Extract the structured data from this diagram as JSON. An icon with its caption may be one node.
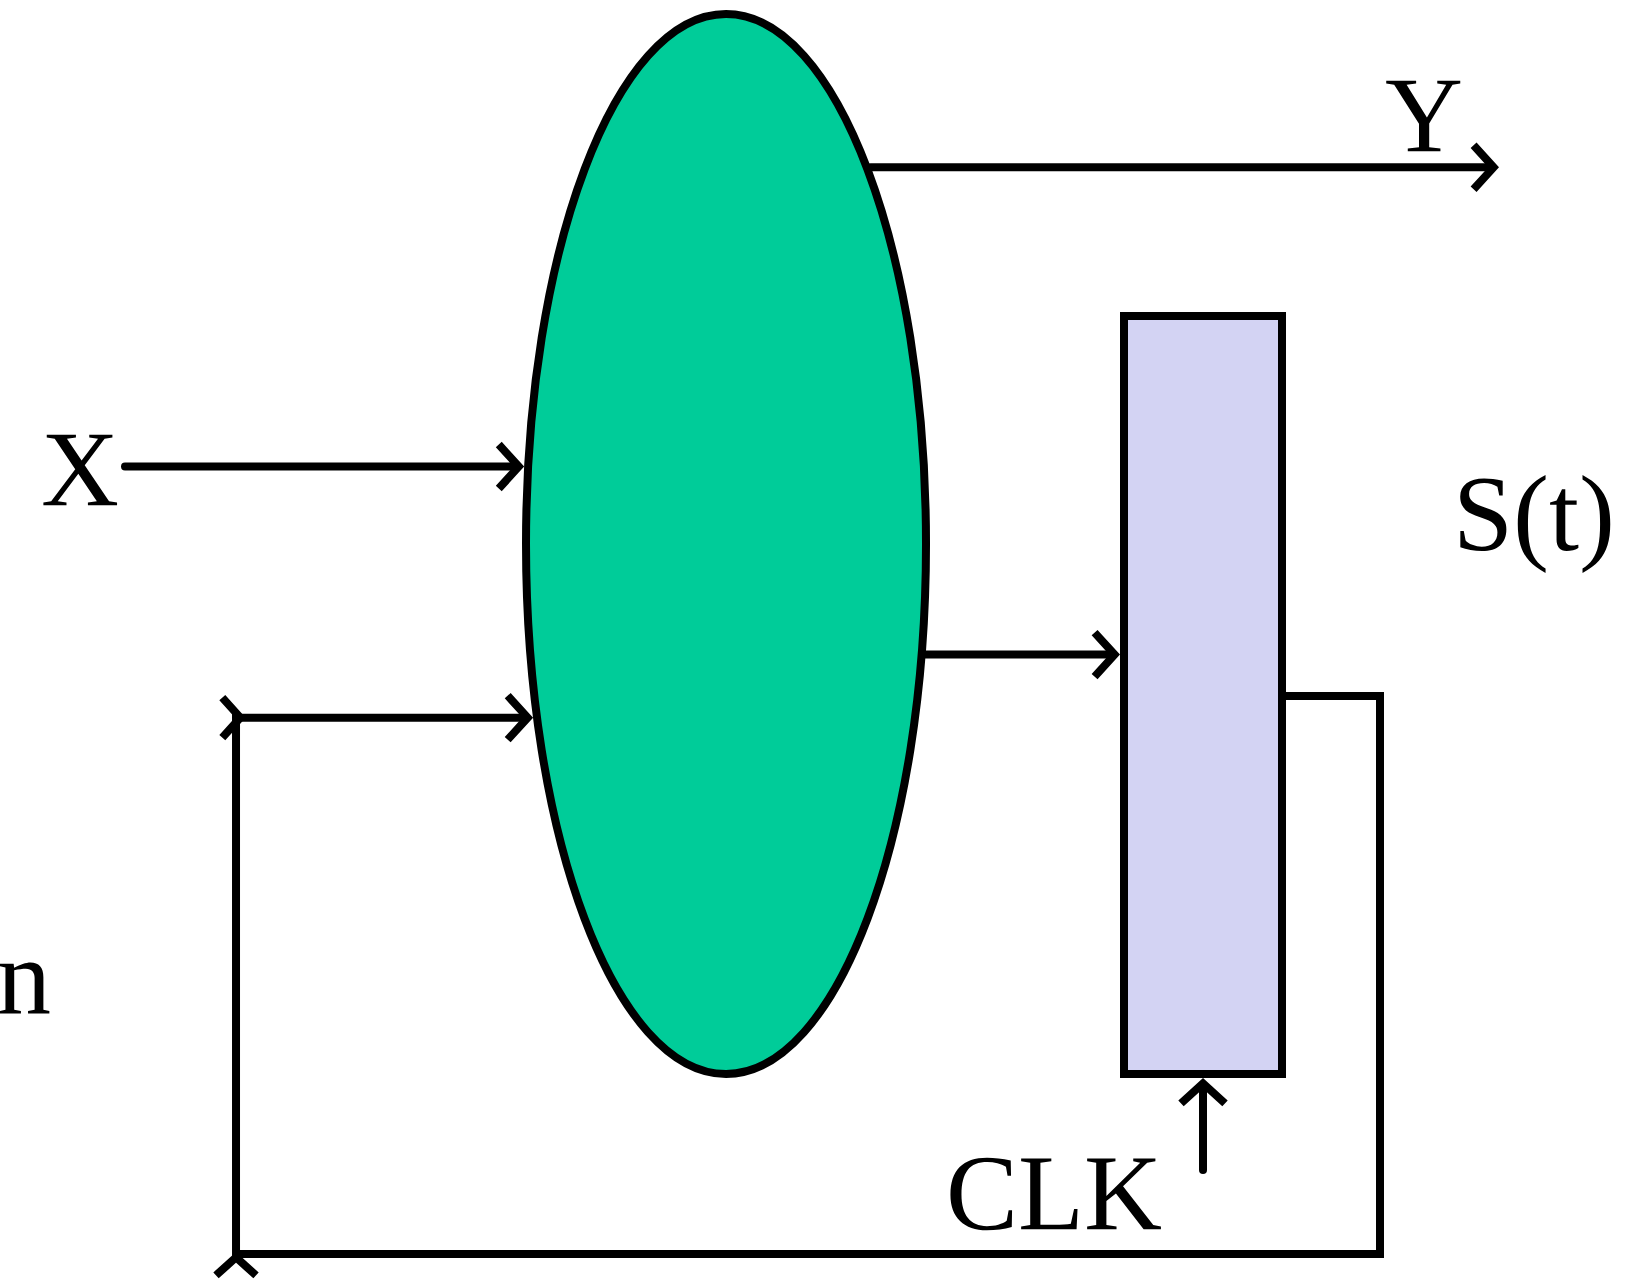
{
  "diagram": {
    "nodes": [
      {
        "text": [],
        "shape": "ellipse"
      },
      {
        "text": [],
        "shape": "box"
      },
      {
        "text": [
          "X"
        ]
      },
      {
        "text": [
          "Y"
        ]
      }
    ],
    "edges": [
      {
        "from": 2,
        "to": 0,
        "arrow": "to"
      },
      {
        "from": 0,
        "to": 3,
        "arrow": "to"
      },
      {
        "from": 0,
        "to": 1,
        "arrow": "to"
      },
      {
        "from": 1,
        "to": 0,
        "arrow": "to"
      },
      {
        "from": null,
        "to": 1,
        "arrow": "to"
      }
    ],
    "labels": [
      "S(t)",
      "CLK",
      "n"
    ]
  }
}
